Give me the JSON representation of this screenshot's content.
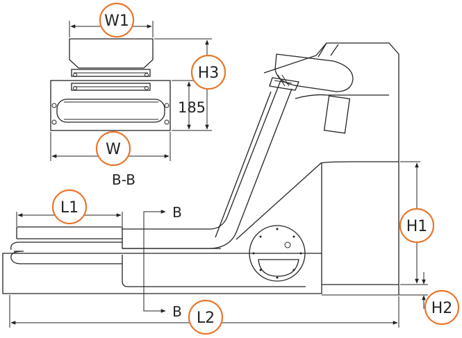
{
  "labels": {
    "w1": "W1",
    "h3": "H3",
    "dim_185": "185",
    "w": "W",
    "section": "B-B",
    "l1": "L1",
    "b_top": "B",
    "h1": "H1",
    "b_bottom": "B",
    "l2": "L2",
    "h2": "H2"
  },
  "colors": {
    "outline": "#222222",
    "callout_circle": "#e8752a",
    "background": "#ffffff"
  }
}
